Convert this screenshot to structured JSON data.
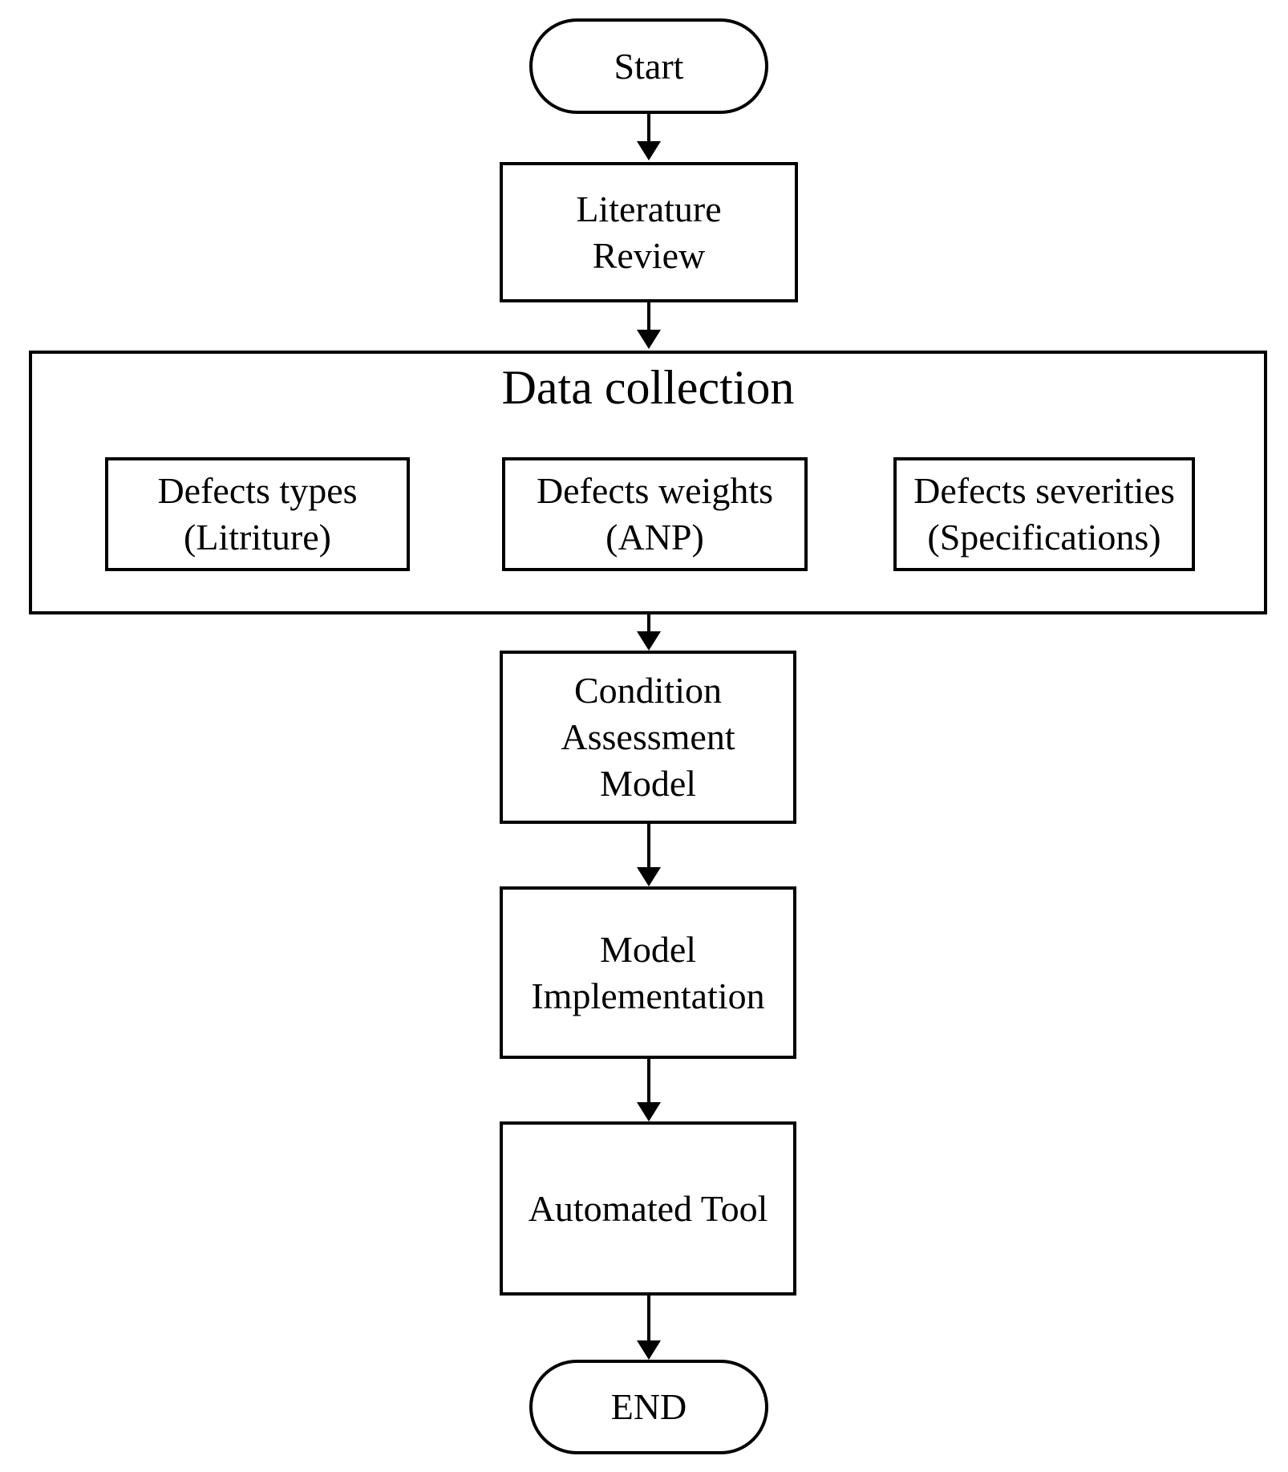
{
  "colors": {
    "background": "#ffffff",
    "line": "#000000",
    "text": "#000000"
  },
  "nodes": {
    "start": {
      "label": "Start"
    },
    "literature_review": {
      "label": "Literature\nReview"
    },
    "data_collection": {
      "label": "Data collection"
    },
    "defects_types": {
      "label": "Defects types\n(Litriture)"
    },
    "defects_weights": {
      "label": "Defects weights\n(ANP)"
    },
    "defects_severities": {
      "label": "Defects severities\n(Specifications)"
    },
    "condition_assessment_model": {
      "label": "Condition\nAssessment\nModel"
    },
    "model_implementation": {
      "label": "Model\nImplementation"
    },
    "automated_tool": {
      "label": "Automated Tool"
    },
    "end": {
      "label": "END"
    }
  }
}
